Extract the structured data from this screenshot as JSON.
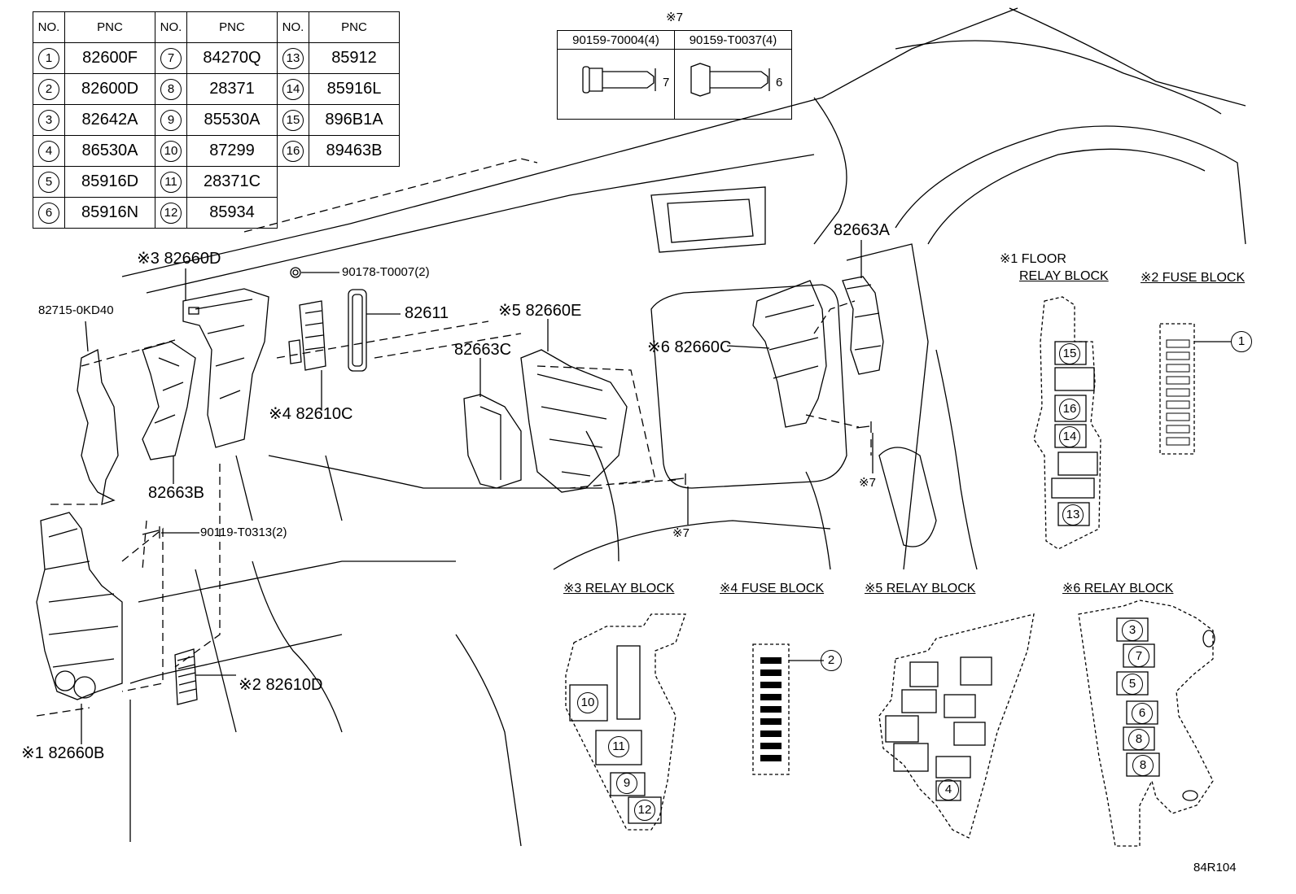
{
  "pnc_table": {
    "headers": [
      "NO.",
      "PNC",
      "NO.",
      "PNC",
      "NO.",
      "PNC"
    ],
    "rows": [
      [
        {
          "no": "1",
          "pnc": "82600F"
        },
        {
          "no": "7",
          "pnc": "84270Q"
        },
        {
          "no": "13",
          "pnc": "85912"
        }
      ],
      [
        {
          "no": "2",
          "pnc": "82600D"
        },
        {
          "no": "8",
          "pnc": "28371"
        },
        {
          "no": "14",
          "pnc": "85916L"
        }
      ],
      [
        {
          "no": "3",
          "pnc": "82642A"
        },
        {
          "no": "9",
          "pnc": "85530A"
        },
        {
          "no": "15",
          "pnc": "896B1A"
        }
      ],
      [
        {
          "no": "4",
          "pnc": "86530A"
        },
        {
          "no": "10",
          "pnc": "87299"
        },
        {
          "no": "16",
          "pnc": "89463B"
        }
      ],
      [
        {
          "no": "5",
          "pnc": "85916D"
        },
        {
          "no": "11",
          "pnc": "28371C"
        }
      ],
      [
        {
          "no": "6",
          "pnc": "85916N"
        },
        {
          "no": "12",
          "pnc": "85934"
        }
      ]
    ]
  },
  "bolt_table": {
    "title": "※7",
    "left": {
      "part": "90159-70004(4)",
      "dim": "7"
    },
    "right": {
      "part": "90159-T0037(4)",
      "dim": "6"
    }
  },
  "labels": {
    "p82660D": "※3 82660D",
    "p90178": "90178-T0007(2)",
    "p82611": "82611",
    "p82715": "82715-0KD40",
    "p82660E": "※5 82660E",
    "p82663C": "82663C",
    "p82660C": "※6 82660C",
    "p82663A": "82663A",
    "p82610C": "※4 82610C",
    "p82663B": "82663B",
    "p90119": "90119-T0313(2)",
    "p82610D": "※2 82610D",
    "p82660B": "※1 82660B",
    "star7a": "※7",
    "star7b": "※7"
  },
  "sections": {
    "floor_relay_1": "※1 FLOOR",
    "floor_relay_2": "RELAY BLOCK",
    "fuse_block_2": "※2 FUSE BLOCK",
    "relay_block_3": "※3 RELAY BLOCK",
    "fuse_block_4": "※4 FUSE BLOCK",
    "relay_block_5": "※5 RELAY BLOCK",
    "relay_block_6": "※6 RELAY BLOCK"
  },
  "block_numbers": {
    "floor": [
      "15",
      "16",
      "14",
      "13"
    ],
    "fuse2": "1",
    "relay3": [
      "10",
      "11",
      "9",
      "12"
    ],
    "fuse4": "2",
    "relay5": "4",
    "relay6": [
      "3",
      "7",
      "5",
      "6",
      "8",
      "8"
    ]
  },
  "figure_code": "84R104"
}
